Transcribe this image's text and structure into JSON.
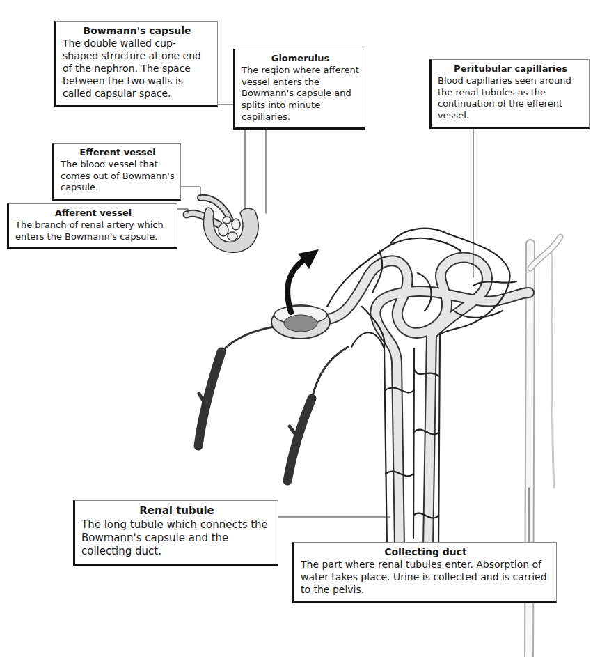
{
  "diagram": {
    "nodes": [
      {
        "text": [
          "Bowmann's capsule",
          "The double walled cup-shaped structure at one end of the nephron. The space between the two walls is called capsular space."
        ]
      },
      {
        "text": [
          "Glomerulus",
          "The region where afferent vessel enters the Bowmann's capsule and splits into minute capillaries."
        ]
      },
      {
        "text": [
          "Peritubular capillaries",
          "Blood capillaries seen around the renal tubules as the continuation of the efferent vessel."
        ]
      },
      {
        "text": [
          "Efferent vessel",
          "The blood vessel that comes out of Bowmann's capsule."
        ]
      },
      {
        "text": [
          "Afferent vessel",
          "The branch of renal artery which enters the Bowmann's capsule."
        ]
      },
      {
        "text": [
          "Renal tubule",
          "The long tubule which connects the Bowmann's capsule and the collecting duct."
        ]
      },
      {
        "text": [
          "Collecting duct",
          "The part where renal tubules enter. Absorption of water takes place. Urine is collected and is carried to the pelvis."
        ]
      }
    ]
  }
}
